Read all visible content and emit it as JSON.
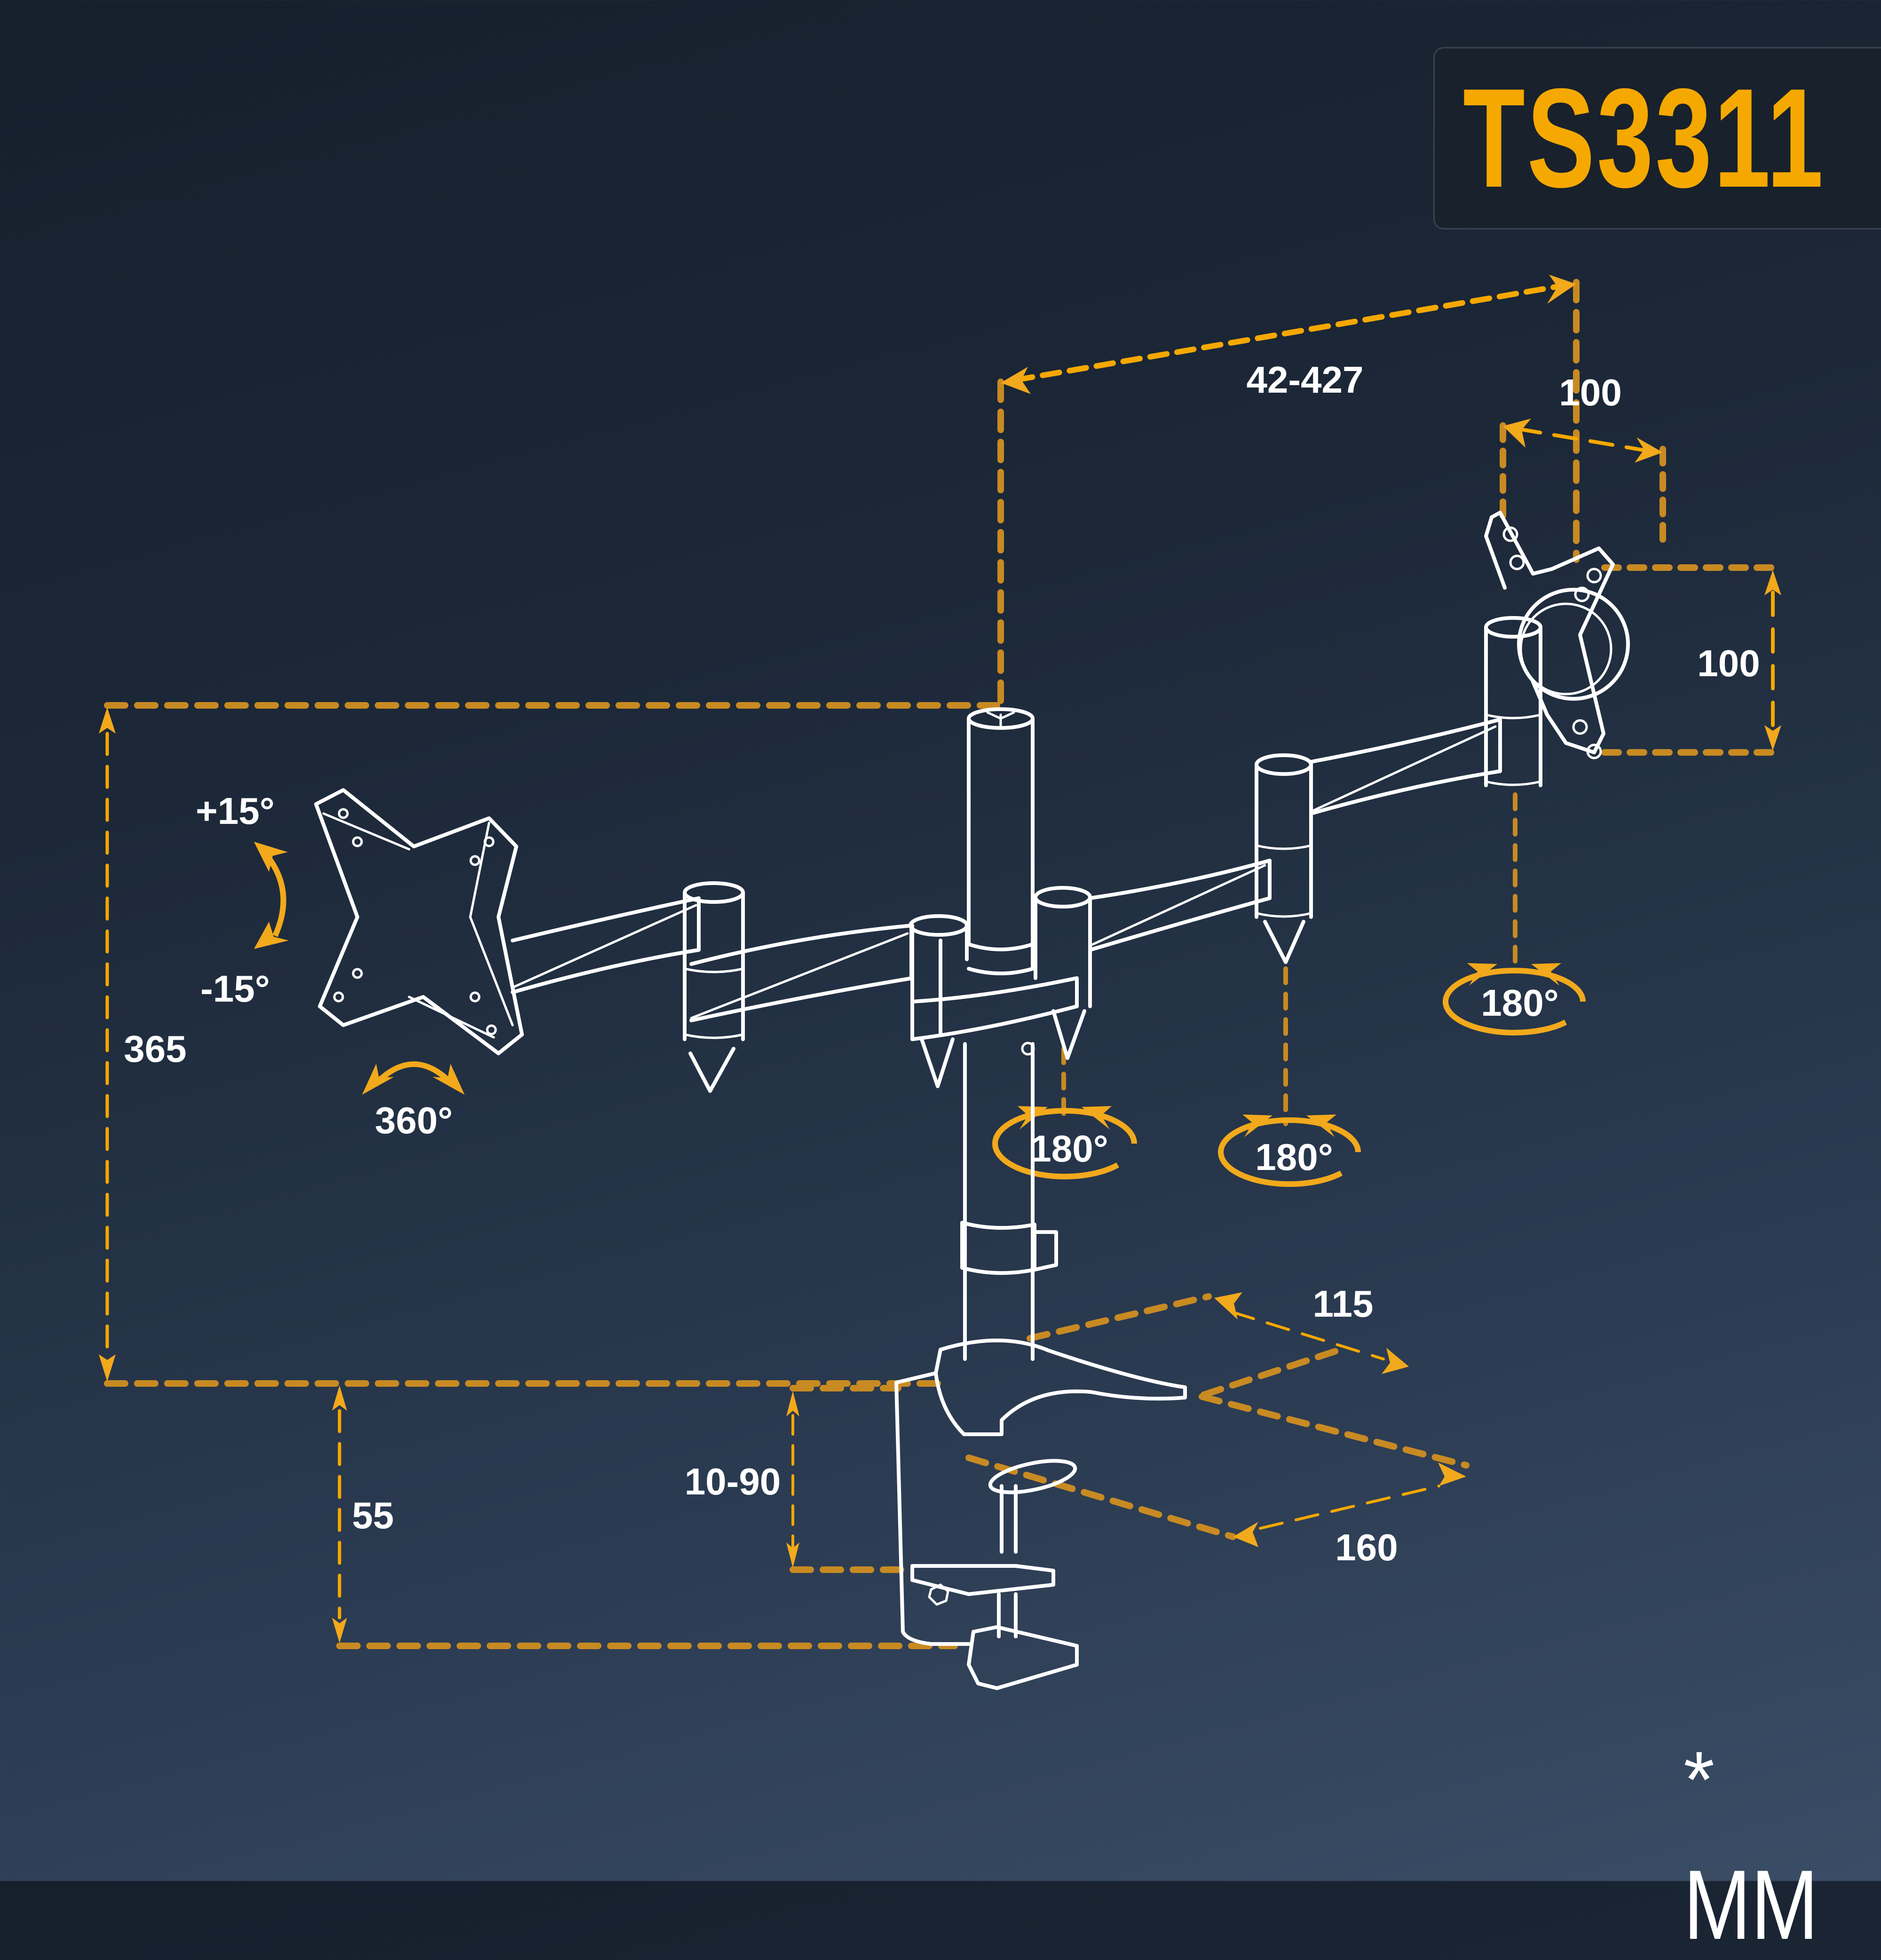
{
  "product": {
    "model": "TS3311",
    "units_note": {
      "asterisk": "*",
      "unit": "MM"
    }
  },
  "dimensions": {
    "arm_reach": "42-427",
    "vesa_width": "100",
    "vesa_height": "100",
    "pole_height": "365",
    "base_height": "55",
    "desk_thickness": "10-90",
    "base_width": "115",
    "base_depth": "160"
  },
  "rotations": {
    "tilt_up": "+15°",
    "tilt_down": "-15°",
    "left_plate_rotation": "360°",
    "right_plate_swivel": "180°",
    "pole_swivel": "180°",
    "mid_arm_swivel": "180°"
  },
  "colors": {
    "accent": "#f5a800",
    "dimension_line": "#c88a22",
    "drawing_line": "#ffffff",
    "background_top": "#161f2c",
    "background_bottom": "#3a4d66",
    "badge_background": "#18212c"
  }
}
